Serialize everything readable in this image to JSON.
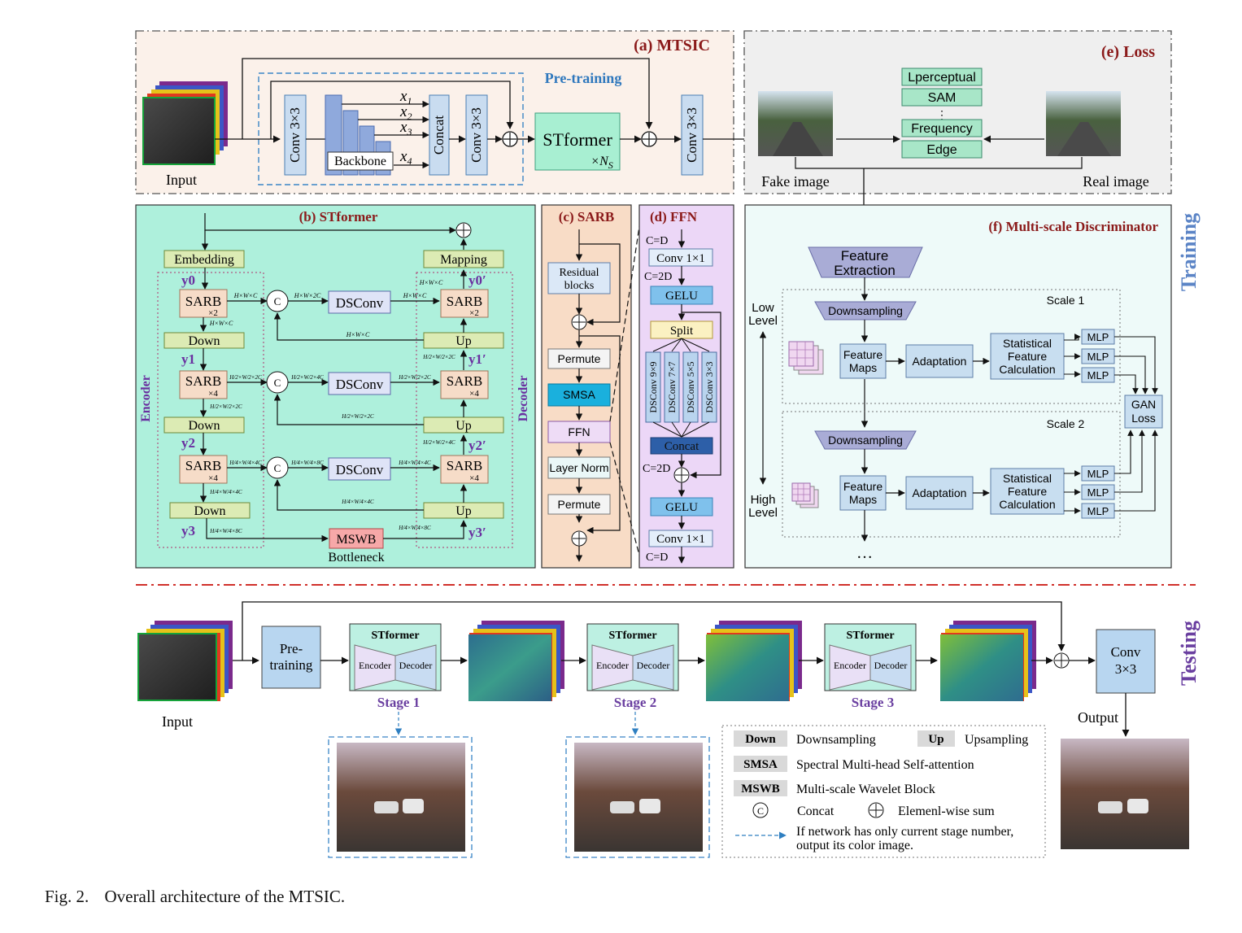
{
  "mtsic": {
    "title": "(a) MTSIC",
    "pretraining": "Pre-training",
    "input": "Input",
    "conv": "Conv 3×3",
    "backbone": "Backbone",
    "concat": "Concat",
    "x1": "x",
    "x2": "x",
    "x3": "x",
    "x4": "x",
    "sub1": "1",
    "sub2": "2",
    "sub3": "3",
    "sub4": "4",
    "stformer": "STformer",
    "stformer_rep": "×N",
    "stformer_rep_sub": "S"
  },
  "loss": {
    "title": "(e) Loss",
    "items": [
      "Lperceptual",
      "SAM",
      "Frequency",
      "Edge"
    ],
    "ellipsis": "⋮",
    "fake": "Fake image",
    "real": "Real image"
  },
  "stformer": {
    "title": "(b) STformer",
    "embedding": "Embedding",
    "mapping": "Mapping",
    "sarb": "SARB",
    "x2": "×2",
    "x4": "×4",
    "down": "Down",
    "up": "Up",
    "dsconv": "DSConv",
    "c": "C",
    "mswb": "MSWB",
    "bottleneck": "Bottleneck",
    "encoder": "Encoder",
    "decoder": "Decoder",
    "y": [
      "y0",
      "y1",
      "y2",
      "y3"
    ],
    "yp": [
      "y0′",
      "y1′",
      "y2′",
      "y3′"
    ],
    "dims": {
      "hwc": "H×W×C",
      "hw2c": "H×W×2C",
      "h2w2_2c": "H/2×W/2×2C",
      "h2w2_4c": "H/2×W/2×4C",
      "h4w4_4c": "H/4×W/4×4C",
      "h4w4_8c": "H/4×W/4×8C"
    }
  },
  "sarb": {
    "title": "(c) SARB",
    "residual": [
      "Residual",
      "blocks"
    ],
    "permute": "Permute",
    "smsa": "SMSA",
    "ffn": "FFN",
    "layernorm": "Layer Norm"
  },
  "ffn": {
    "title": "(d) FFN",
    "cd": "C=D",
    "c2d": "C=2D",
    "conv1": "Conv 1×1",
    "gelu": "GELU",
    "split": "Split",
    "dsconvs": [
      "DSConv 9×9",
      "DSConv 7×7",
      "DSConv 5×5",
      "DSConv 3×3"
    ],
    "concat": "Concat"
  },
  "disc": {
    "title": "(f) Multi-scale Discriminator",
    "feature_extraction": [
      "Feature",
      "Extraction"
    ],
    "low": [
      "Low",
      "Level"
    ],
    "high": [
      "High",
      "Level"
    ],
    "scale1": "Scale 1",
    "scale2": "Scale 2",
    "downsampling": "Downsampling",
    "feature_maps": [
      "Feature",
      "Maps"
    ],
    "adaptation": "Adaptation",
    "stat": [
      "Statistical",
      "Feature",
      "Calculation"
    ],
    "mlp": "MLP",
    "gan": [
      "GAN",
      "Loss"
    ],
    "dots": "…"
  },
  "side": {
    "training": "Training",
    "testing": "Testing"
  },
  "testing": {
    "input": "Input",
    "pretraining": [
      "Pre-",
      "training"
    ],
    "stformer": "STformer",
    "encoder": "Encoder",
    "decoder": "Decoder",
    "stages": [
      "Stage 1",
      "Stage 2",
      "Stage 3"
    ],
    "conv": [
      "Conv",
      "3×3"
    ],
    "output": "Output"
  },
  "legend": {
    "down": "Down",
    "down_desc": "Downsampling",
    "up": "Up",
    "up_desc": "Upsampling",
    "smsa": "SMSA",
    "smsa_desc": "Spectral Multi-head Self-attention",
    "mswb": "MSWB",
    "mswb_desc": "Multi-scale Wavelet Block",
    "c": "C",
    "c_desc": "Concat",
    "sum_desc": "Elemenl-wise sum",
    "arrow_desc": [
      "If network has only current stage number,",
      "output its color image."
    ]
  },
  "caption": {
    "num": "Fig. 2.",
    "text": "Overall architecture of the MTSIC."
  }
}
